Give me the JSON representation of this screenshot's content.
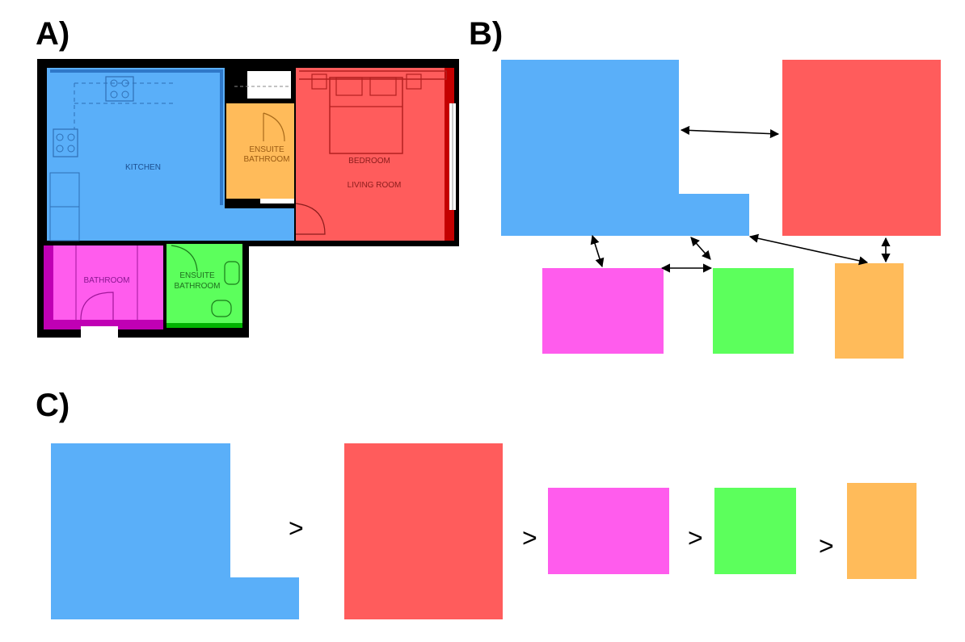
{
  "panels": {
    "a": {
      "label": "A)"
    },
    "b": {
      "label": "B)"
    },
    "c": {
      "label": "C)"
    }
  },
  "floorplan": {
    "rooms": {
      "kitchen": {
        "label": "KITCHEN",
        "color": "#5aaff9"
      },
      "bedroom": {
        "label_1": "BEDROOM",
        "label_2": "LIVING ROOM",
        "color": "#ff5c5c"
      },
      "ensuite_1": {
        "label_1": "ENSUITE",
        "label_2": "BATHROOM",
        "color": "#ffbb5a"
      },
      "bathroom": {
        "label": "BATHROOM",
        "color": "#ff5ced"
      },
      "ensuite_2": {
        "label_1": "ENSUITE",
        "label_2": "BATHROOM",
        "color": "#5cff5c"
      }
    }
  },
  "ranking": {
    "separator": ">"
  },
  "colors": {
    "kitchen": "#5aaff9",
    "bedroom": "#ff5c5c",
    "bathroom": "#ff5ced",
    "ensuite_green": "#5cff5c",
    "ensuite_orange": "#ffbb5a",
    "wall": "#000000"
  }
}
